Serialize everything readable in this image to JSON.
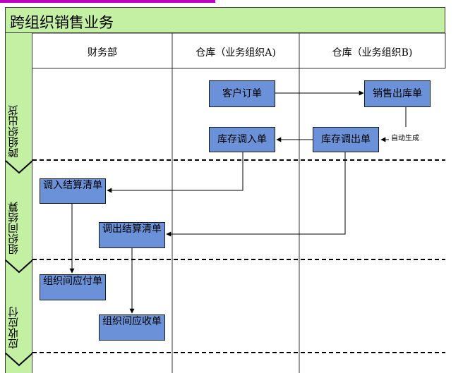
{
  "title": "跨组织销售业务",
  "columns": [
    "财务部",
    "仓库（业务组织A)",
    "仓库（业务组织B)"
  ],
  "phases": [
    "跨组织出货",
    "组织间结算",
    "应收应付"
  ],
  "boxes": {
    "customer_order": "客户订单",
    "sales_out": "销售出库单",
    "transfer_in": "库存调入单",
    "transfer_out": "库存调出单",
    "transfer_in_settlement": "调入结算清单",
    "transfer_out_settlement": "调出结算清单",
    "payable": "组织间应付单",
    "receivable": "组织间应收单"
  },
  "note_auto": "自动生成",
  "colors": {
    "header_green": "#c4f0a4",
    "box_blue": "#6b92d8",
    "top_bar": "#c000c0"
  }
}
